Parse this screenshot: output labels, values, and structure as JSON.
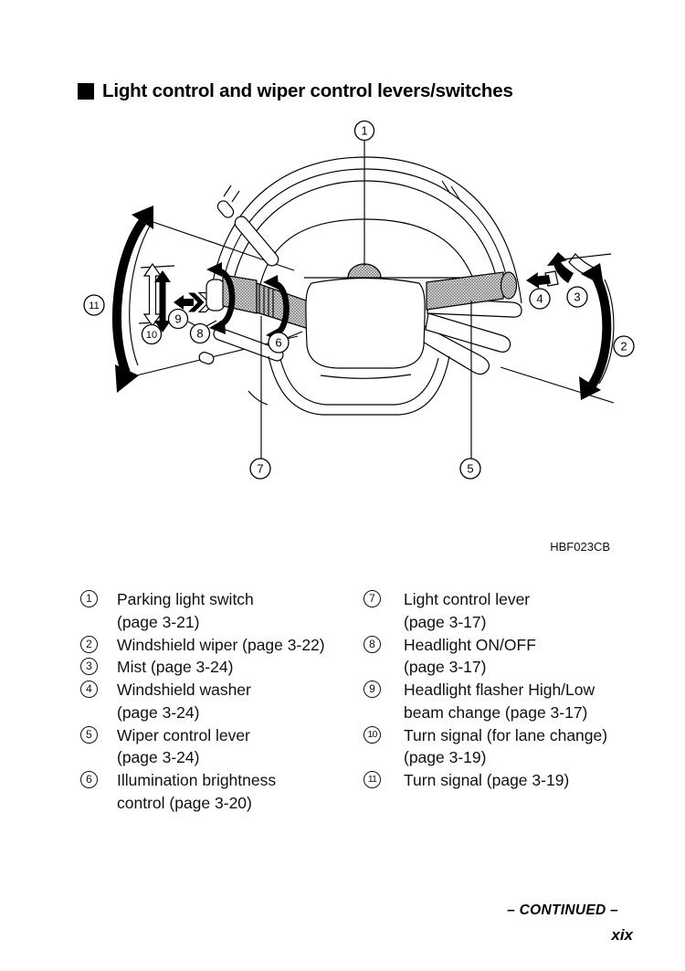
{
  "page": {
    "title": "Light control and wiper control levers/switches",
    "figure_code": "HBF023CB",
    "continued_label": "– CONTINUED –",
    "page_number": "xix"
  },
  "diagram": {
    "callouts": [
      {
        "label": "1"
      },
      {
        "label": "2"
      },
      {
        "label": "3"
      },
      {
        "label": "4"
      },
      {
        "label": "5"
      },
      {
        "label": "6"
      },
      {
        "label": "7"
      },
      {
        "label": "8"
      },
      {
        "label": "9"
      },
      {
        "label": "10"
      },
      {
        "label": "11"
      }
    ]
  },
  "legend": {
    "left": [
      {
        "num": "1",
        "lines": [
          "Parking light switch",
          "(page 3-21)"
        ]
      },
      {
        "num": "2",
        "lines": [
          "Windshield wiper (page 3-22)",
          ""
        ]
      },
      {
        "num": "3",
        "lines": [
          "Mist (page 3-24)",
          ""
        ]
      },
      {
        "num": "4",
        "lines": [
          "Windshield washer",
          "(page 3-24)"
        ]
      },
      {
        "num": "5",
        "lines": [
          "Wiper control lever",
          "(page 3-24)"
        ]
      },
      {
        "num": "6",
        "lines": [
          "Illumination brightness",
          "control (page 3-20)"
        ]
      }
    ],
    "right": [
      {
        "num": "7",
        "lines": [
          "Light control lever",
          "(page 3-17)"
        ]
      },
      {
        "num": "8",
        "lines": [
          "Headlight ON/OFF",
          "(page 3-17)"
        ]
      },
      {
        "num": "9",
        "lines": [
          "Headlight flasher High/Low",
          "beam change (page 3-17)"
        ]
      },
      {
        "num": "10",
        "lines": [
          "Turn signal (for lane change)",
          "(page 3-19)"
        ]
      },
      {
        "num": "11",
        "lines": [
          "Turn signal (page 3-19)",
          ""
        ]
      }
    ]
  }
}
